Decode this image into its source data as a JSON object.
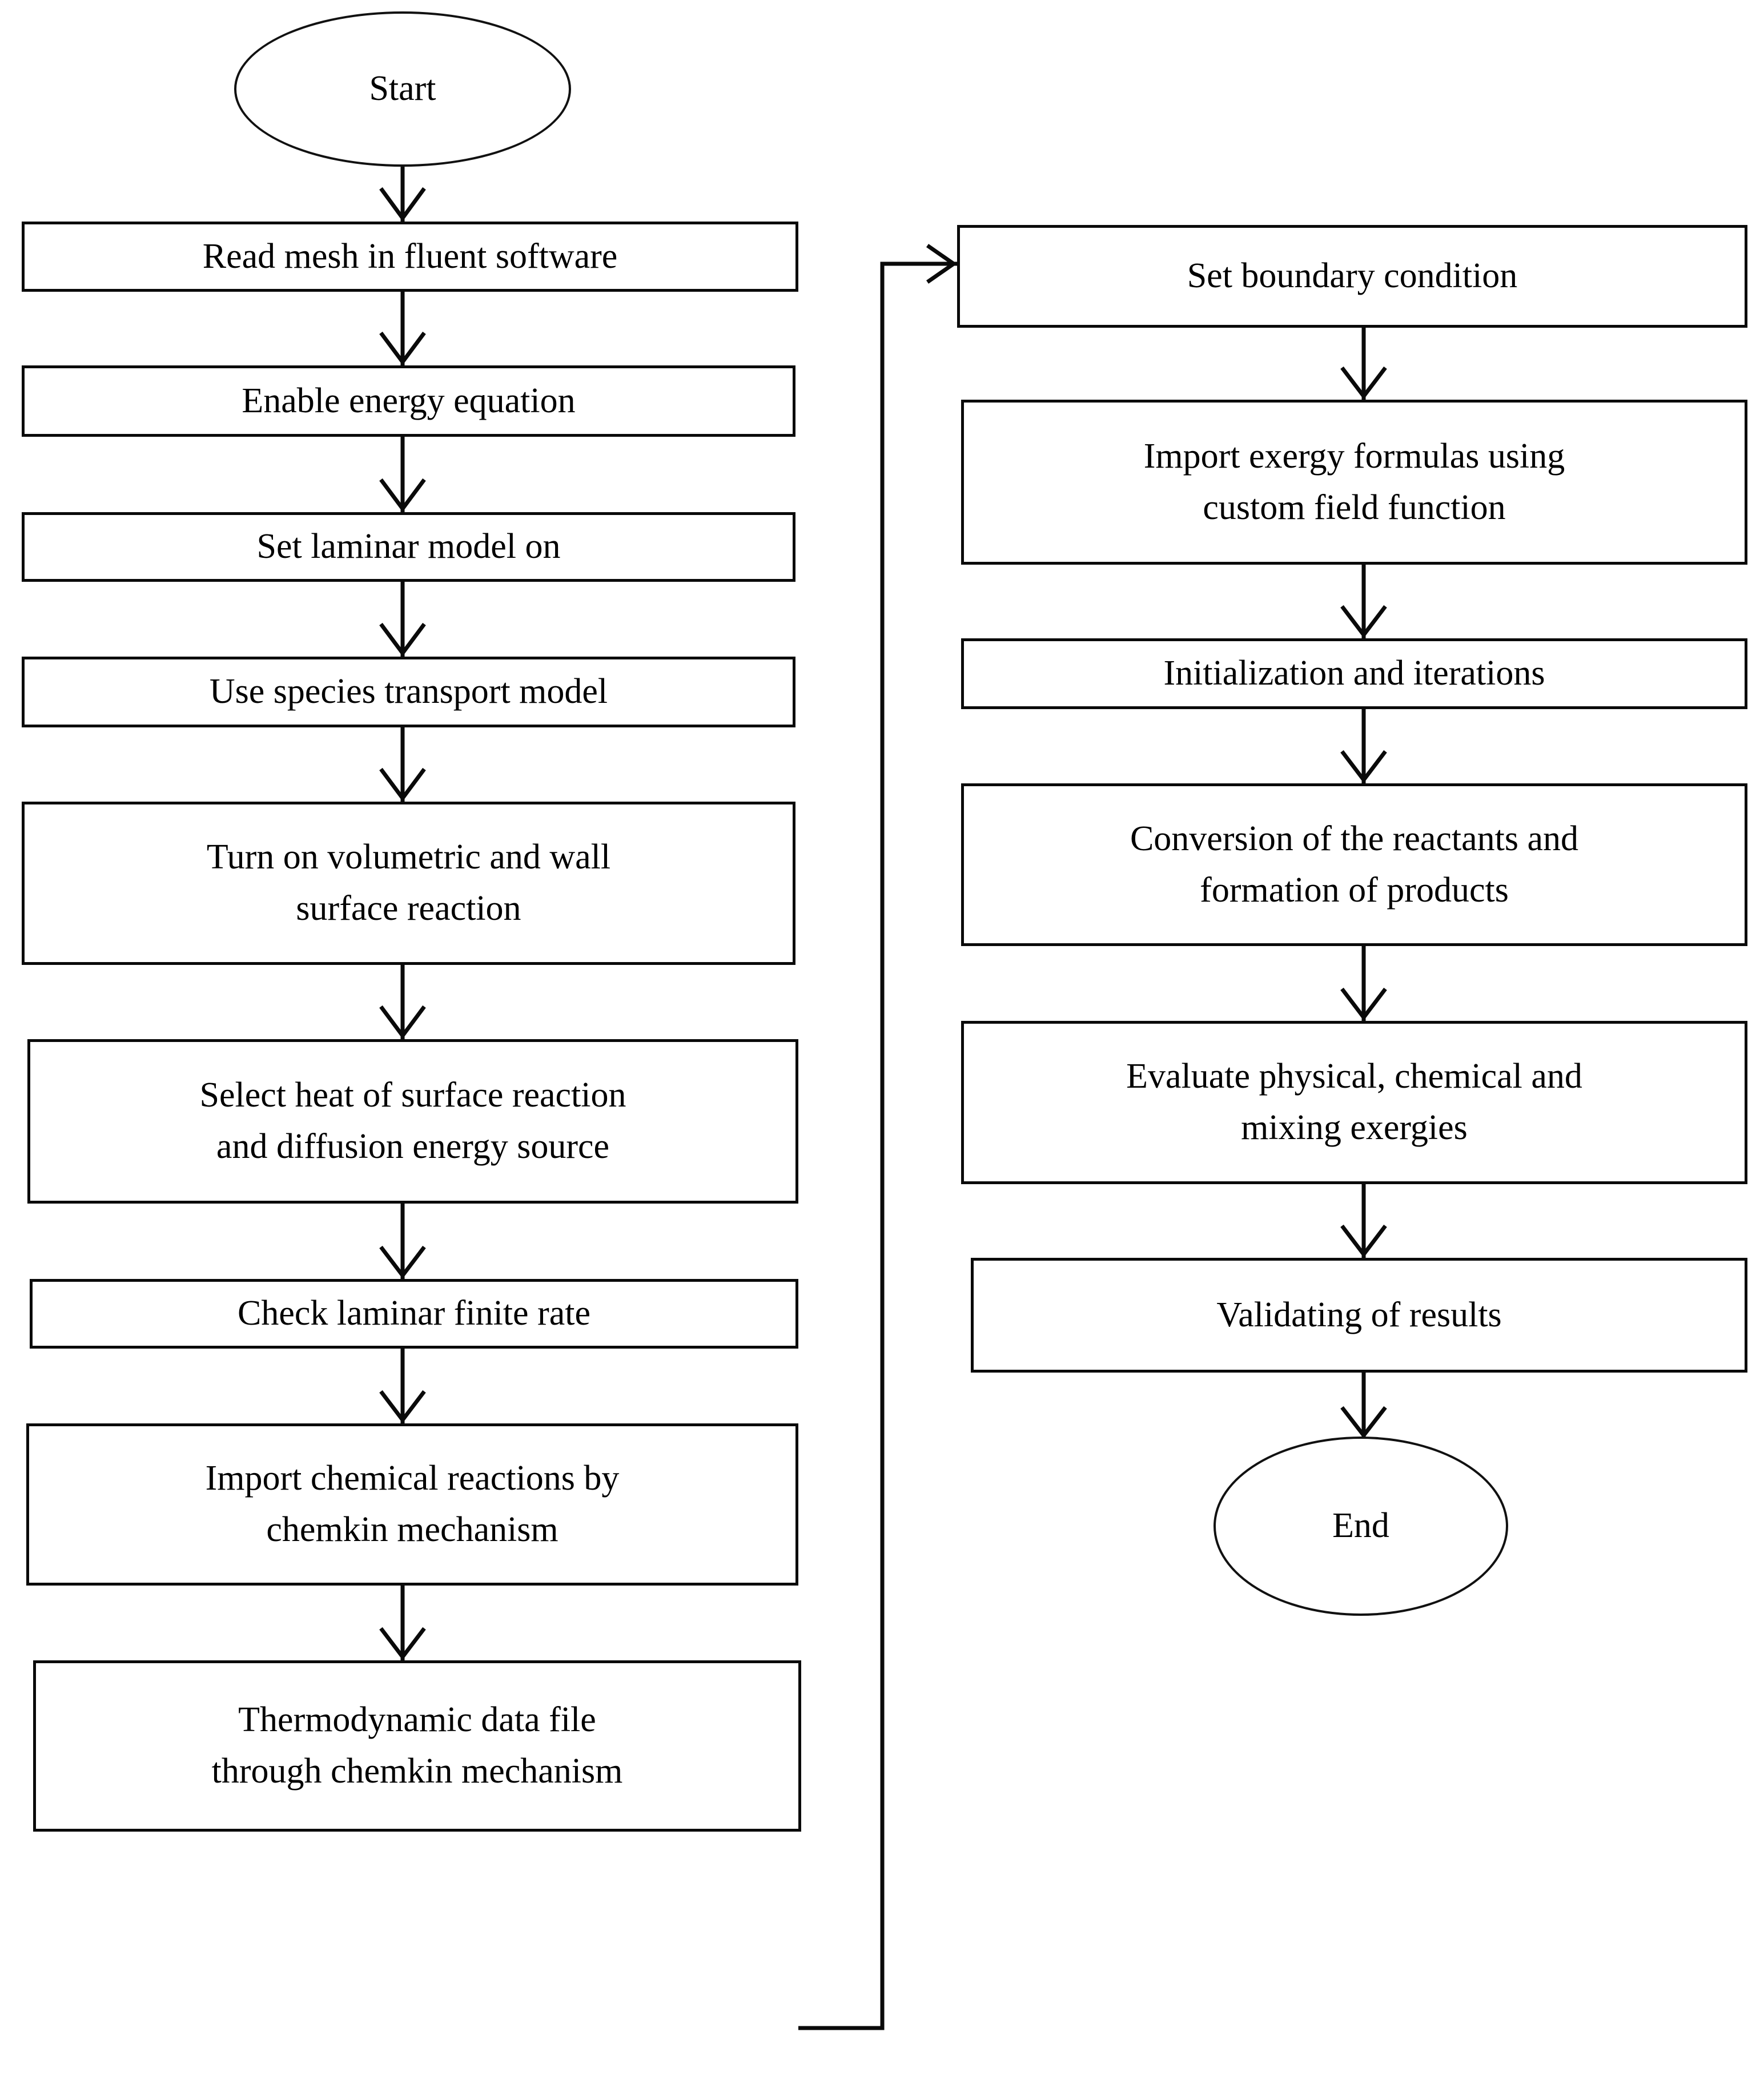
{
  "diagram": {
    "title": "CFD exergy-analysis simulation workflow flowchart",
    "orientation": "two-column top-to-bottom",
    "stroke_color": "#0a0a0a",
    "text_color": "#000000",
    "background_color": "#ffffff"
  },
  "nodes": {
    "start": {
      "label": "Start",
      "shape": "ellipse"
    },
    "read_mesh": {
      "label": "Read mesh in fluent software",
      "shape": "rectangle"
    },
    "enable_energy": {
      "label": "Enable energy equation",
      "shape": "rectangle"
    },
    "laminar_model": {
      "label": "Set laminar model on",
      "shape": "rectangle"
    },
    "species_transport": {
      "label": "Use species transport model",
      "shape": "rectangle"
    },
    "volumetric_wall": {
      "label": "Turn on volumetric and wall\nsurface reaction",
      "shape": "rectangle"
    },
    "heat_surface": {
      "label": "Select heat of surface reaction\nand diffusion energy source",
      "shape": "rectangle"
    },
    "finite_rate": {
      "label": "Check laminar finite rate",
      "shape": "rectangle"
    },
    "import_reactions": {
      "label": "Import chemical reactions by\nchemkin mechanism",
      "shape": "rectangle"
    },
    "thermo_data": {
      "label": "Thermodynamic data file\nthrough chemkin mechanism",
      "shape": "rectangle"
    },
    "boundary_condition": {
      "label": "Set boundary condition",
      "shape": "rectangle"
    },
    "exergy_formulas": {
      "label": "Import exergy formulas using\ncustom field function",
      "shape": "rectangle"
    },
    "initialization": {
      "label": "Initialization and iterations",
      "shape": "rectangle"
    },
    "conversion": {
      "label": "Conversion of the reactants and\nformation of products",
      "shape": "rectangle"
    },
    "evaluate_exergies": {
      "label": "Evaluate physical, chemical and\nmixing exergies",
      "shape": "rectangle"
    },
    "validating": {
      "label": "Validating of results",
      "shape": "rectangle"
    },
    "end": {
      "label": "End",
      "shape": "ellipse"
    }
  },
  "edges": [
    {
      "from": "start",
      "to": "read_mesh",
      "type": "straight-down"
    },
    {
      "from": "read_mesh",
      "to": "enable_energy",
      "type": "straight-down"
    },
    {
      "from": "enable_energy",
      "to": "laminar_model",
      "type": "straight-down"
    },
    {
      "from": "laminar_model",
      "to": "species_transport",
      "type": "straight-down"
    },
    {
      "from": "species_transport",
      "to": "volumetric_wall",
      "type": "straight-down"
    },
    {
      "from": "volumetric_wall",
      "to": "heat_surface",
      "type": "straight-down"
    },
    {
      "from": "heat_surface",
      "to": "finite_rate",
      "type": "straight-down"
    },
    {
      "from": "finite_rate",
      "to": "import_reactions",
      "type": "straight-down"
    },
    {
      "from": "import_reactions",
      "to": "thermo_data",
      "type": "straight-down"
    },
    {
      "from": "thermo_data",
      "to": "boundary_condition",
      "type": "elbow-right-up"
    },
    {
      "from": "boundary_condition",
      "to": "exergy_formulas",
      "type": "straight-down"
    },
    {
      "from": "exergy_formulas",
      "to": "initialization",
      "type": "straight-down"
    },
    {
      "from": "initialization",
      "to": "conversion",
      "type": "straight-down"
    },
    {
      "from": "conversion",
      "to": "evaluate_exergies",
      "type": "straight-down"
    },
    {
      "from": "evaluate_exergies",
      "to": "validating",
      "type": "straight-down"
    },
    {
      "from": "validating",
      "to": "end",
      "type": "straight-down"
    }
  ]
}
